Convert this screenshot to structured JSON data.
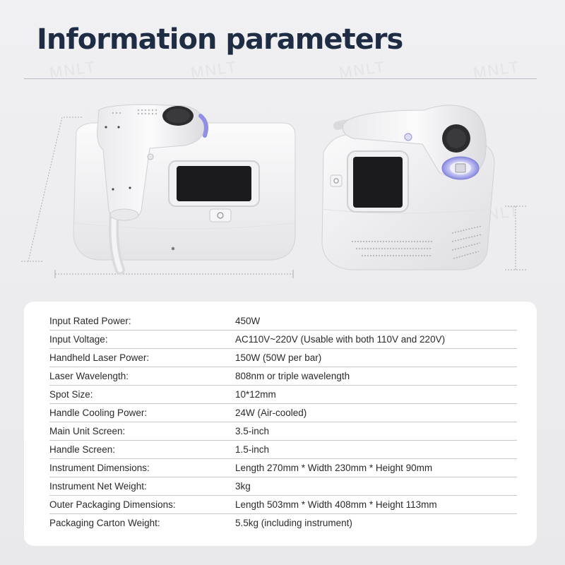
{
  "page": {
    "title": "Information parameters",
    "watermark_text": "MNLT"
  },
  "specs": [
    {
      "label": "Input Rated Power:",
      "value": "450W"
    },
    {
      "label": "Input Voltage:",
      "value": "AC110V~220V (Usable with both 110V and 220V)"
    },
    {
      "label": "Handheld Laser Power:",
      "value": "150W (50W per bar)"
    },
    {
      "label": "Laser Wavelength:",
      "value": "808nm or triple wavelength"
    },
    {
      "label": "Spot Size:",
      "value": "10*12mm"
    },
    {
      "label": "Handle Cooling Power:",
      "value": "24W (Air-cooled)"
    },
    {
      "label": "Main Unit Screen:",
      "value": "3.5-inch"
    },
    {
      "label": "Handle Screen:",
      "value": "1.5-inch"
    },
    {
      "label": "Instrument Dimensions:",
      "value": "Length 270mm * Width 230mm * Height 90mm"
    },
    {
      "label": "Instrument Net Weight:",
      "value": "3kg"
    },
    {
      "label": "Outer Packaging Dimensions:",
      "value": "Length 503mm * Width 408mm * Height 113mm"
    },
    {
      "label": "Packaging Carton Weight:",
      "value": "5.5kg (including instrument)"
    }
  ],
  "colors": {
    "title": "#1f2d44",
    "accent_lavender": "#8f8fe6",
    "device_white": "#f7f7f8",
    "screen_black": "#1b1b1d"
  }
}
